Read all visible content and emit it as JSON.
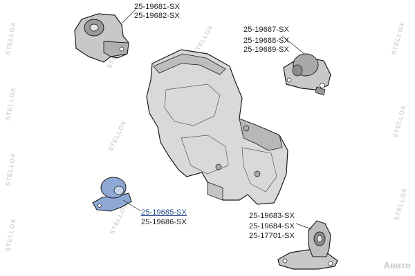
{
  "watermark": {
    "text": "STELLOX",
    "corner_text": "Авито"
  },
  "colors": {
    "part_fill": "#c8c8c8",
    "part_dark": "#9a9a9a",
    "engine_fill": "#d9d9d9",
    "outline": "#1a1a1a",
    "highlight_fill": "#8fa9d6",
    "highlight_text": "#2b4f8e",
    "watermark": "#d2d2d2"
  },
  "parts": [
    {
      "id": "top-left",
      "labels": [
        "25-19681-SX",
        "25-19682-SX"
      ],
      "highlighted": false
    },
    {
      "id": "top-right",
      "labels": [
        "25-19687-SX",
        "25-19688-SX",
        "25-19689-SX"
      ],
      "highlighted": false
    },
    {
      "id": "middle-left",
      "labels": [
        "25-19685-SX",
        "25-19686-SX"
      ],
      "highlighted": true
    },
    {
      "id": "bottom-right",
      "labels": [
        "25-19683-SX",
        "25-19684-SX",
        "25-17701-SX"
      ],
      "highlighted": false
    }
  ]
}
